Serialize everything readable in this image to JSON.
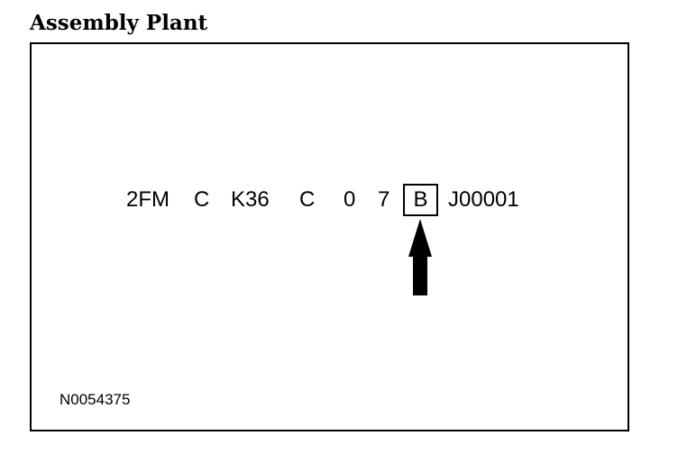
{
  "title": "Assembly Plant",
  "vin": {
    "segments": [
      "2FM",
      "C",
      "K36",
      "C",
      "0",
      "7"
    ],
    "highlighted": "B",
    "trailing": "J00001"
  },
  "reference_code": "N0054375",
  "colors": {
    "ink": "#000000",
    "background": "#ffffff"
  }
}
